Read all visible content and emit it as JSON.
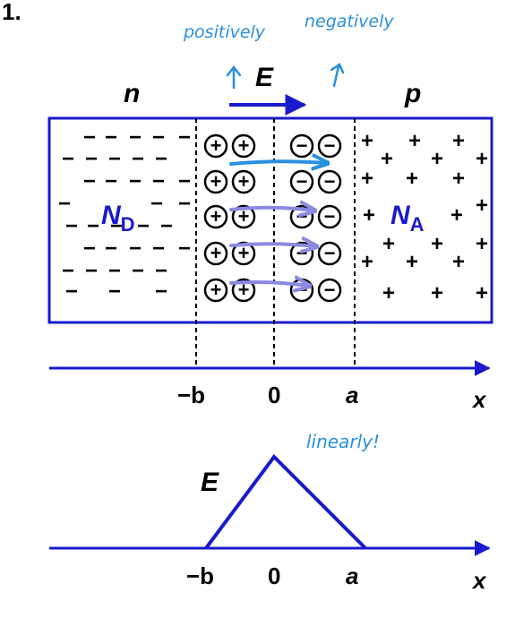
{
  "header": {
    "corner_text": "1."
  },
  "annotations": {
    "positively": "positively",
    "negatively": "negatively",
    "linearly": "linearly!"
  },
  "region_labels": {
    "n": "n",
    "p": "p"
  },
  "field_label": "E",
  "donor_label": {
    "base": "N",
    "sub": "D"
  },
  "acceptor_label": {
    "base": "N",
    "sub": "A"
  },
  "symbols": {
    "minus": "−",
    "plus": "+"
  },
  "axis_top": {
    "tick_b": "−b",
    "tick_0": "0",
    "tick_a": "a",
    "axis_label": "x"
  },
  "axis_bottom": {
    "tick_b": "−b",
    "tick_0": "0",
    "tick_a": "a",
    "axis_label": "x"
  },
  "field_plot_label": "E",
  "colors": {
    "diagram": "#1a1acc",
    "ink": "#2a90e0",
    "ink_light": "#8a8ae0",
    "black": "#000000"
  }
}
